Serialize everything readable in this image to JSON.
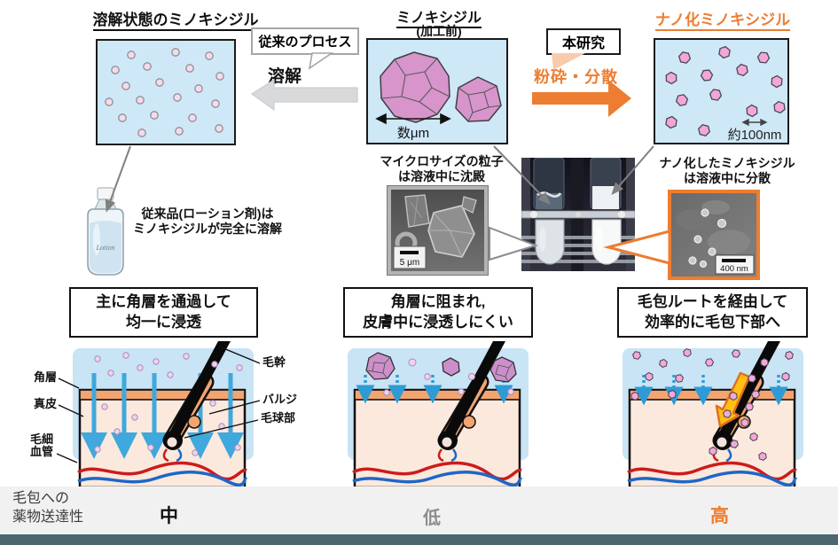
{
  "top_row": {
    "dissolved_panel": {
      "title": "溶解状態のミノキシジル"
    },
    "conventional_process": {
      "label": "従来のプロセス",
      "step_label": "溶解"
    },
    "raw_panel": {
      "title": "ミノキシジル",
      "subtitle": "(加工前)",
      "scale_label": "数μm"
    },
    "this_study": {
      "label": "本研究",
      "step_label": "粉砕・分散"
    },
    "nano_panel": {
      "title": "ナノ化ミノキシジル",
      "scale_label": "約100nm"
    }
  },
  "middle_row": {
    "bottle": {
      "label": "Lotion"
    },
    "conventional_note": {
      "line1": "従来品(ローション剤)は",
      "line2": "ミノキシジルが完全に溶解"
    },
    "micro_note": {
      "line1": "マイクロサイズの粒子",
      "line2": "は溶液中に沈殿",
      "scale_bar": "5 μm"
    },
    "nano_note": {
      "line1": "ナノ化したミノキシジル",
      "line2": "は溶液中に分散",
      "scale_bar": "400 nm"
    }
  },
  "bottom_row": {
    "captions": {
      "left": {
        "line1": "主に角層を通過して",
        "line2": "均一に浸透"
      },
      "center": {
        "line1": "角層に阻まれ,",
        "line2": "皮膚中に浸透しにくい"
      },
      "right": {
        "line1": "毛包ルートを経由して",
        "line2": "効率的に毛包下部へ"
      }
    },
    "skin_labels": {
      "stratum_corneum": "角層",
      "dermis": "真皮",
      "capillary_line1": "毛細",
      "capillary_line2": "血管",
      "hair_shaft": "毛幹",
      "bulge": "バルジ",
      "hair_bulb": "毛球部"
    }
  },
  "footer": {
    "label_line1": "毛包への",
    "label_line2": "薬物送達性",
    "delivery_mid": "中",
    "delivery_low": "低",
    "delivery_high": "高"
  },
  "colors": {
    "accent_orange": "#ED7D31",
    "panel_blue": "#CEE8F7",
    "crystal_pink": "#D795CC",
    "skin_liquid": "#C9E4F5",
    "skin_corneum": "#F2A471",
    "skin_dermis": "#FCE9DD",
    "arrow_blue": "#3FA8DC",
    "footer_teal": "#4C6770",
    "rating_low_gray": "#8C8C8C"
  }
}
